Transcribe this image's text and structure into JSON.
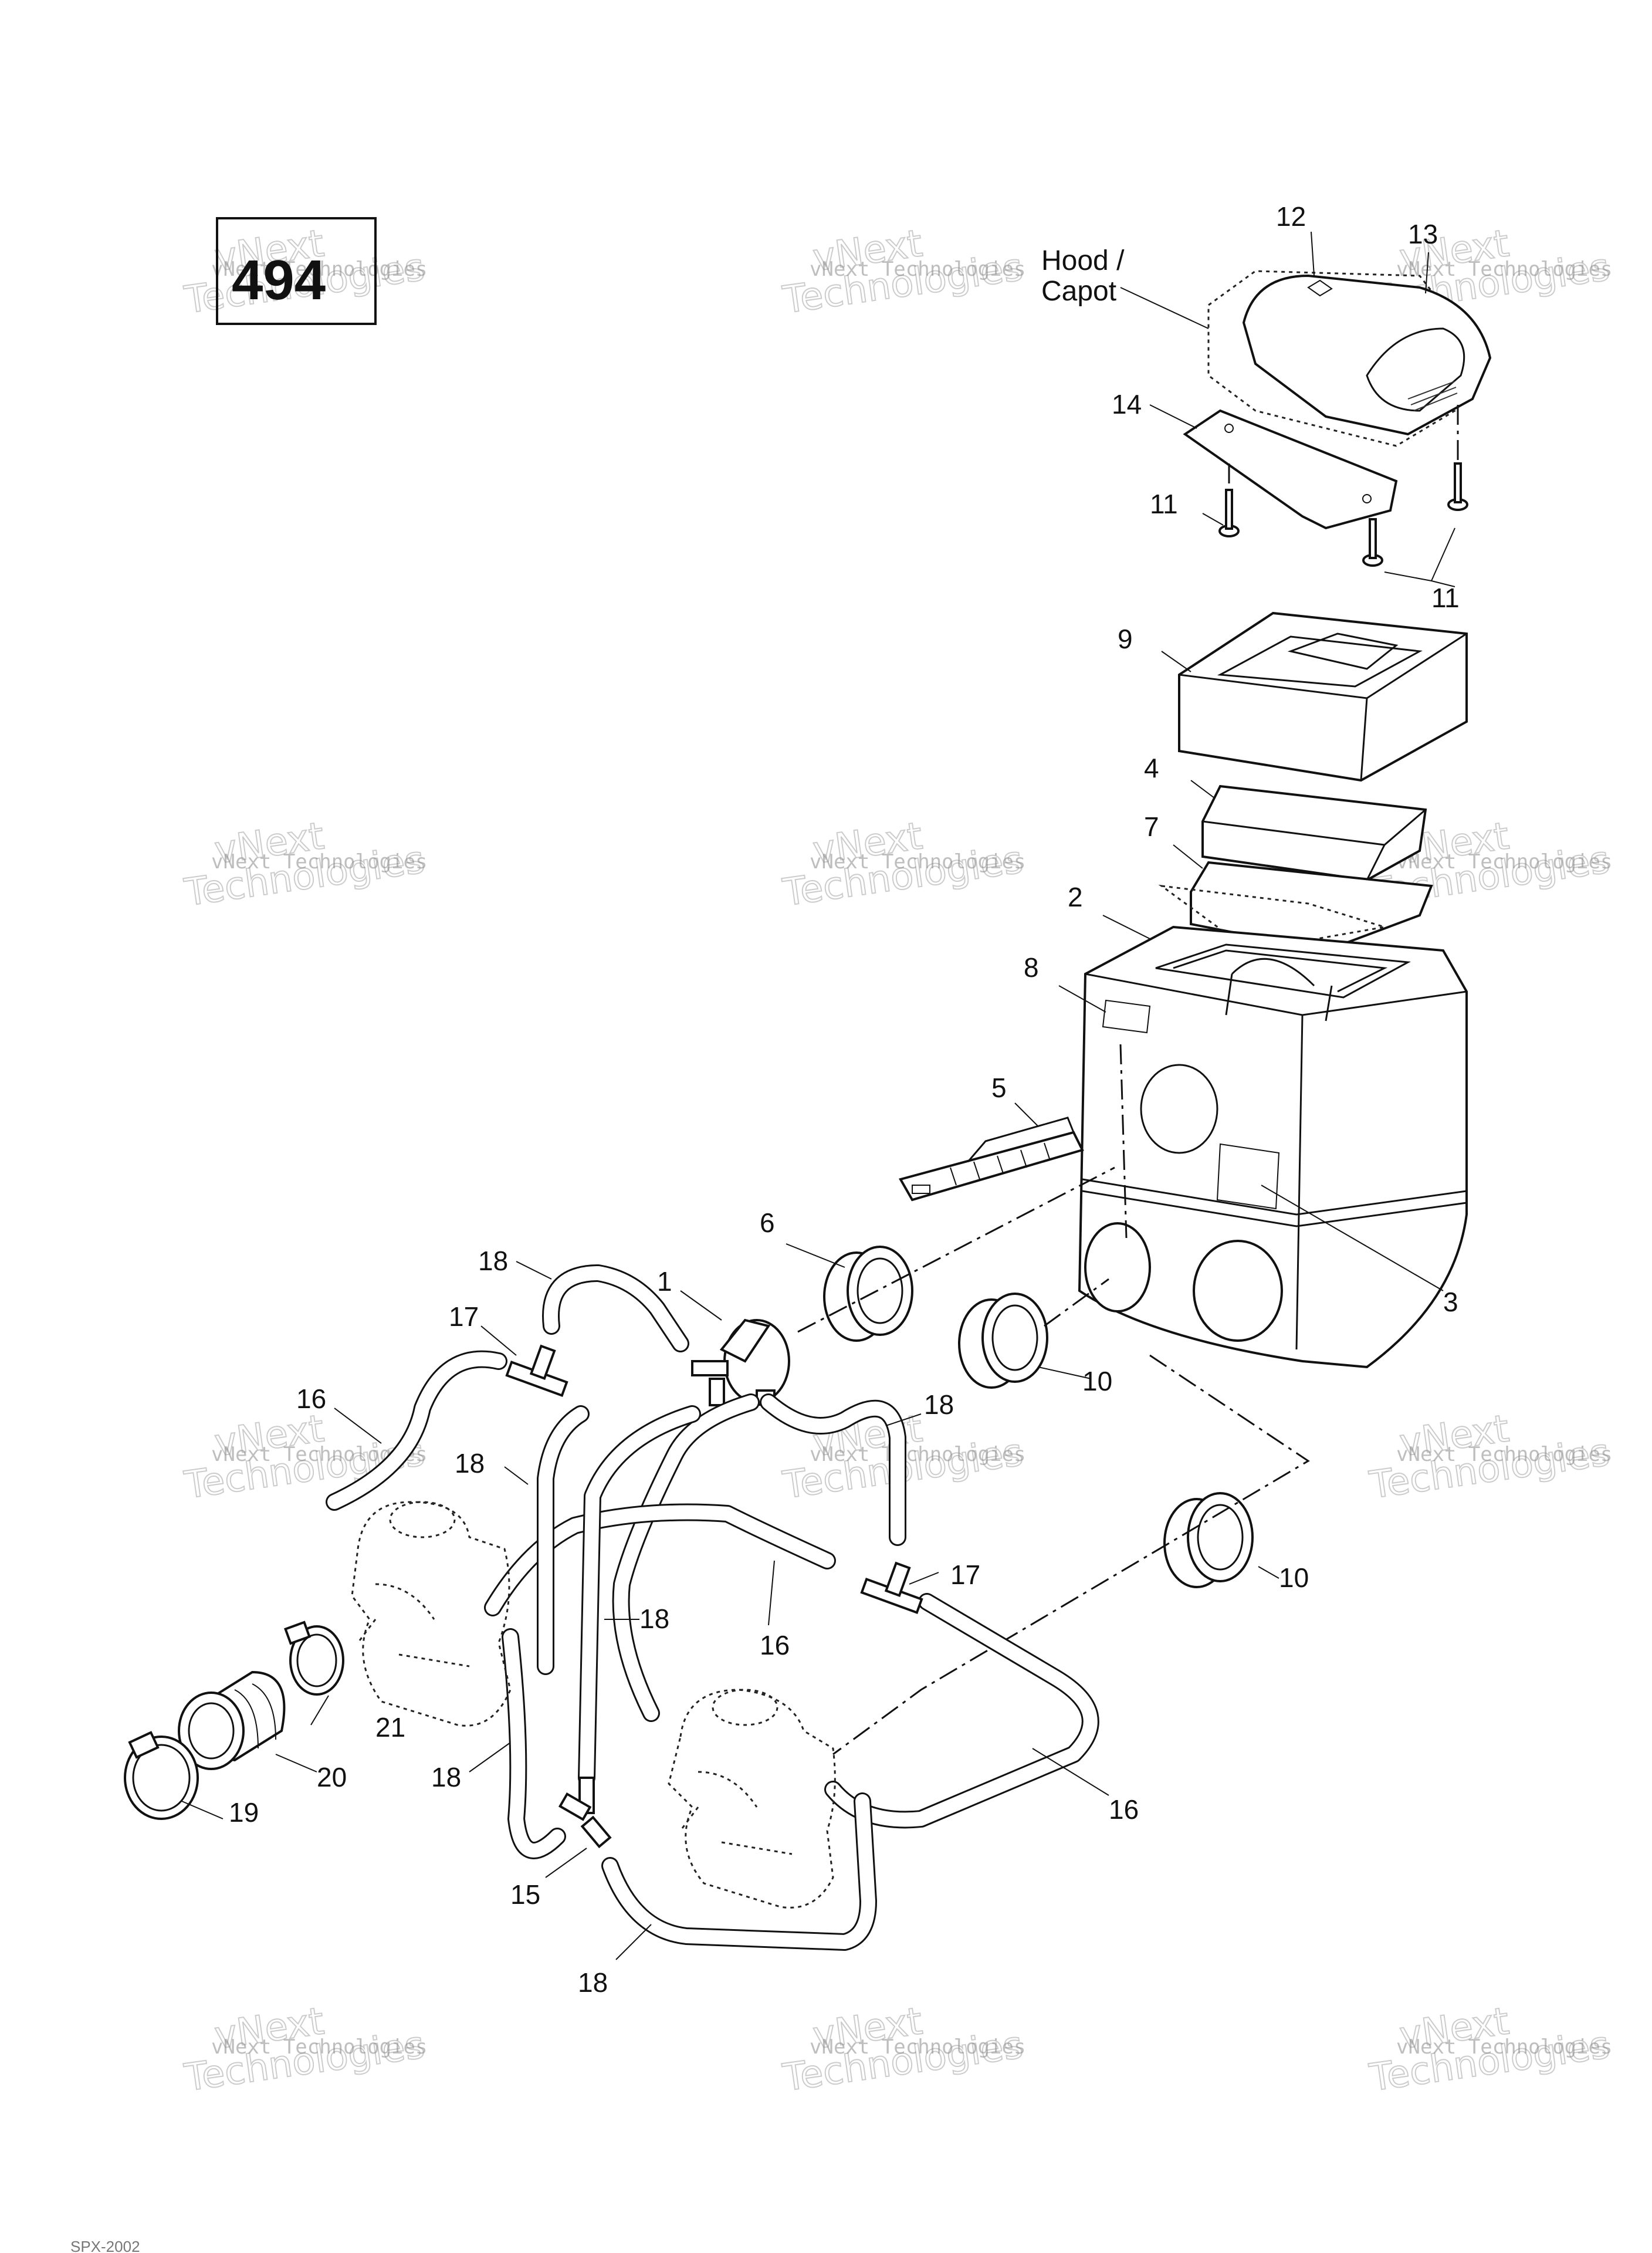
{
  "page": {
    "page_number": "494",
    "footer_code": "SPX-2002"
  },
  "labels": {
    "hood_line1": "Hood /",
    "hood_line2": "Capot"
  },
  "callouts": [
    {
      "id": "c1",
      "text": "1"
    },
    {
      "id": "c2",
      "text": "2"
    },
    {
      "id": "c3",
      "text": "3"
    },
    {
      "id": "c4",
      "text": "4"
    },
    {
      "id": "c5",
      "text": "5"
    },
    {
      "id": "c6",
      "text": "6"
    },
    {
      "id": "c7",
      "text": "7"
    },
    {
      "id": "c8",
      "text": "8"
    },
    {
      "id": "c9",
      "text": "9"
    },
    {
      "id": "c10a",
      "text": "10"
    },
    {
      "id": "c10b",
      "text": "10"
    },
    {
      "id": "c11a",
      "text": "11"
    },
    {
      "id": "c11b",
      "text": "11"
    },
    {
      "id": "c12",
      "text": "12"
    },
    {
      "id": "c13",
      "text": "13"
    },
    {
      "id": "c14",
      "text": "14"
    },
    {
      "id": "c15",
      "text": "15"
    },
    {
      "id": "c16a",
      "text": "16"
    },
    {
      "id": "c16b",
      "text": "16"
    },
    {
      "id": "c16c",
      "text": "16"
    },
    {
      "id": "c17a",
      "text": "17"
    },
    {
      "id": "c17b",
      "text": "17"
    },
    {
      "id": "c18a",
      "text": "18"
    },
    {
      "id": "c18b",
      "text": "18"
    },
    {
      "id": "c18c",
      "text": "18"
    },
    {
      "id": "c18d",
      "text": "18"
    },
    {
      "id": "c18e",
      "text": "18"
    },
    {
      "id": "c18f",
      "text": "18"
    },
    {
      "id": "c19",
      "text": "19"
    },
    {
      "id": "c20",
      "text": "20"
    },
    {
      "id": "c21",
      "text": "21"
    }
  ],
  "watermark": {
    "line1": "vNext Technologies",
    "line2a": "vNext",
    "line2b": "Technologies"
  }
}
